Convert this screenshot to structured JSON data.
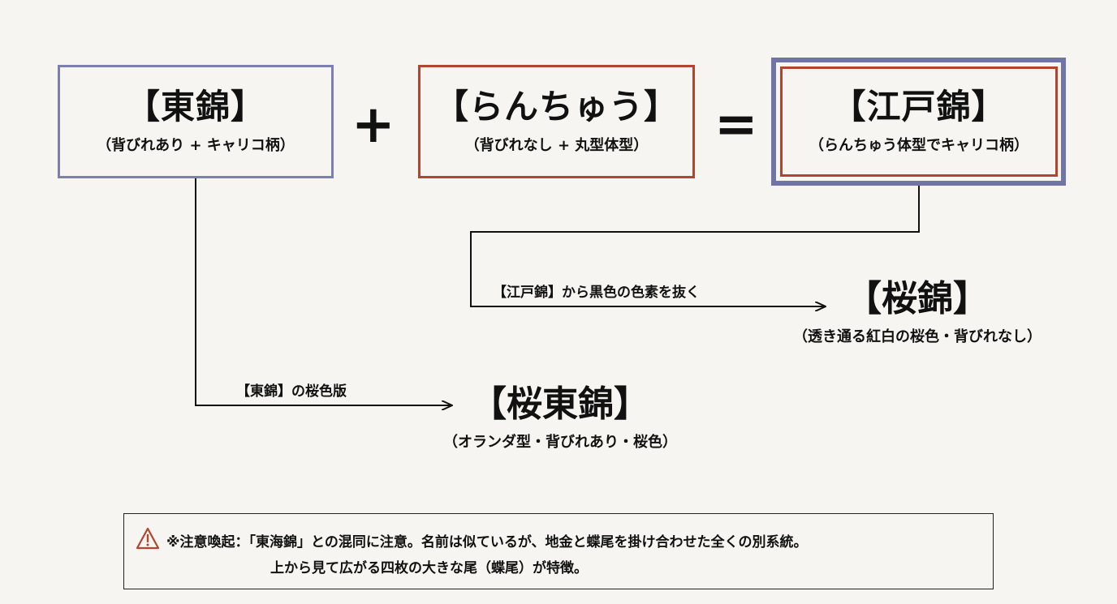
{
  "boxes": {
    "azuma": {
      "title": "【東錦】",
      "subtitle": "（背びれあり + キャリコ柄）"
    },
    "ranchu": {
      "title": "【らんちゅう】",
      "subtitle": "（背びれなし + 丸型体型）"
    },
    "edo": {
      "title": "【江戸錦】",
      "subtitle": "（らんちゅう体型でキャリコ柄）"
    }
  },
  "operators": {
    "plus": "+",
    "equals": "="
  },
  "arrows": {
    "edo_to_sakura": "【江戸錦】から黒色の色素を抜く",
    "azuma_to_sakura_azuma": "【東錦】の桜色版"
  },
  "results": {
    "sakura": {
      "title": "【桜錦】",
      "subtitle": "（透き通る紅白の桜色・背びれなし）"
    },
    "sakura_azuma": {
      "title": "【桜東錦】",
      "subtitle": "（オランダ型・背びれあり・桜色）"
    }
  },
  "notice": {
    "icon": "warning-triangle-icon",
    "line1": "※注意喚起：「東海錦」との混同に注意。名前は似ているが、地金と蝶尾を掛け合わせた全くの別系統。",
    "line2": "上から見て広がる四枚の大きな尾（蝶尾）が特徴。"
  },
  "colors": {
    "azuma_border": "#7b80b0",
    "ranchu_border": "#b2452e",
    "edo_outer_border": "#7074a6",
    "warning_icon": "#b2452e"
  }
}
